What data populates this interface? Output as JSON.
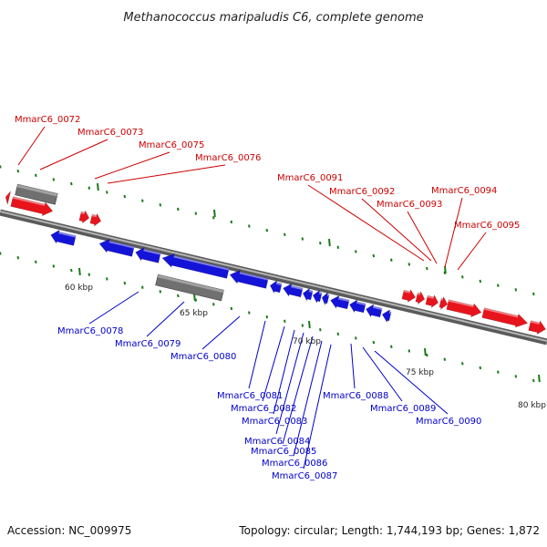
{
  "title": "Methanococcus maripaludis C6, complete genome",
  "footer": {
    "accession": "Accession: NC_009975",
    "info": "Topology: circular; Length: 1,744,193 bp; Genes: 1,872"
  },
  "colors": {
    "forward": "#e8141c",
    "reverse": "#1414d8",
    "rna": "#707070",
    "backbone": "#8a8a8a",
    "gc": "#1a7a1a",
    "forward_label": "#cc0000",
    "reverse_label": "#0000cc"
  },
  "scale_labels": [
    "60 kbp",
    "65 kbp",
    "70 kbp",
    "75 kbp",
    "80 kbp"
  ],
  "forward_labels": [
    "MmarC6_0072",
    "MmarC6_0073",
    "MmarC6_0075",
    "MmarC6_0076",
    "MmarC6_0091",
    "MmarC6_0092",
    "MmarC6_0093",
    "MmarC6_0094",
    "MmarC6_0095"
  ],
  "reverse_labels": [
    "MmarC6_0078",
    "MmarC6_0079",
    "MmarC6_0080",
    "MmarC6_0081",
    "MmarC6_0082",
    "MmarC6_0083",
    "MmarC6_0084",
    "MmarC6_0085",
    "MmarC6_0086",
    "MmarC6_0087",
    "MmarC6_0088",
    "MmarC6_0089",
    "MmarC6_0090"
  ]
}
